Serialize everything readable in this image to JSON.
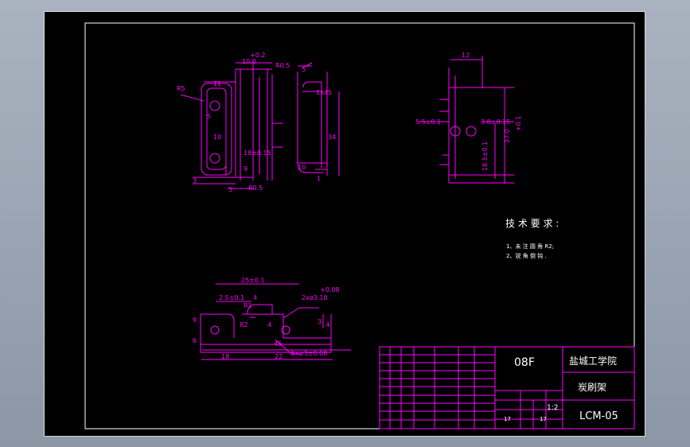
{
  "colors": {
    "background": "#9aa4b2",
    "sheet": "#000000",
    "drawing": "#ff00ff",
    "outline": "#ffffff"
  },
  "view_top": {
    "dims": [
      "+0.2",
      "10.0",
      "R0.5",
      "R5",
      "11",
      "5",
      "10",
      "18±0.15",
      "3",
      "5",
      "R0.5",
      "9",
      "5",
      "1x45",
      "34",
      "10",
      "1"
    ]
  },
  "view_side": {
    "dims": [
      "12",
      "5.5±0.1",
      "3.8±0.15",
      "18.5±0.1",
      "37.0",
      "+0.1"
    ]
  },
  "view_bottom": {
    "dims": [
      "25±0.1",
      "2.5±0.1",
      "4",
      "R1",
      "R2",
      "9",
      "6",
      "4",
      "18",
      "22",
      "+0.08",
      "2xø3.10",
      "3",
      "4",
      "45",
      "3×ø3±0.08"
    ]
  },
  "notes": {
    "title": "技 术 要 求 :",
    "line1": "1、未 注 圆 角 R2;",
    "line2": "2、锐 角 倒 钝 ."
  },
  "title_block": {
    "material": "08F",
    "school": "盐城工学院",
    "part_name": "炭刷架",
    "scale": "1:2",
    "drawing_no": "LCM-05",
    "sheet_count": "17",
    "sheet_total": "17"
  }
}
